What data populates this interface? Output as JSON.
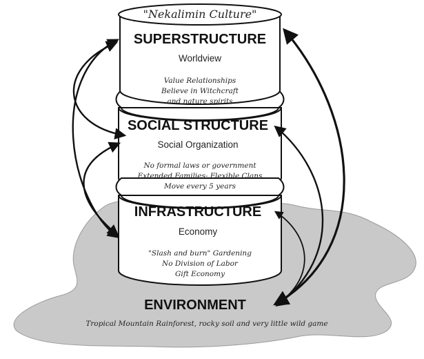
{
  "diagram": {
    "title": "\"Nekalimin Culture\"",
    "layers": [
      {
        "id": "superstructure",
        "heading": "SUPERSTRUCTURE",
        "subheading": "Worldview",
        "notes": [
          "Value Relationships",
          "Believe in Witchcraft",
          "and nature spirits"
        ]
      },
      {
        "id": "social",
        "heading": "SOCIAL STRUCTURE",
        "subheading": "Social Organization",
        "notes": [
          "No formal laws or government",
          "Extended Families- Flexible Clans",
          "Move every 5 years"
        ]
      },
      {
        "id": "infrastructure",
        "heading": "INFRASTRUCTURE",
        "subheading": "Economy",
        "notes": [
          "\"Slash and burn\" Gardening",
          "No Division of Labor",
          "Gift Economy"
        ]
      }
    ],
    "environment": {
      "heading": "ENVIRONMENT",
      "description": "Tropical Mountain Rainforest, rocky soil and very little wild game"
    },
    "colors": {
      "puddle": "#c9c9c9",
      "barrel": "#ffffff",
      "stroke": "#111111"
    }
  }
}
